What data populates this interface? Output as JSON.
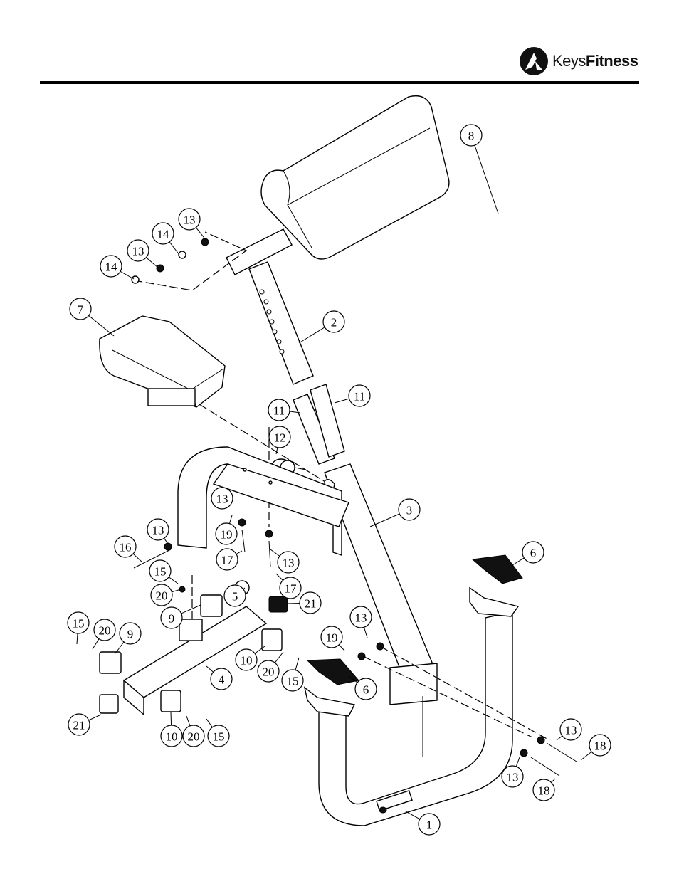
{
  "header": {
    "brand_prefix": "Keys",
    "brand_suffix": "Fitness",
    "brand_color": "#111111"
  },
  "callouts": [
    {
      "label": "8"
    },
    {
      "label": "13"
    },
    {
      "label": "14"
    },
    {
      "label": "13"
    },
    {
      "label": "14"
    },
    {
      "label": "7"
    },
    {
      "label": "2"
    },
    {
      "label": "11"
    },
    {
      "label": "11"
    },
    {
      "label": "12"
    },
    {
      "label": "3"
    },
    {
      "label": "13"
    },
    {
      "label": "19"
    },
    {
      "label": "13"
    },
    {
      "label": "16"
    },
    {
      "label": "17"
    },
    {
      "label": "13"
    },
    {
      "label": "15"
    },
    {
      "label": "5"
    },
    {
      "label": "17"
    },
    {
      "label": "20"
    },
    {
      "label": "21"
    },
    {
      "label": "6"
    },
    {
      "label": "9"
    },
    {
      "label": "15"
    },
    {
      "label": "20"
    },
    {
      "label": "9"
    },
    {
      "label": "13"
    },
    {
      "label": "19"
    },
    {
      "label": "4"
    },
    {
      "label": "10"
    },
    {
      "label": "20"
    },
    {
      "label": "15"
    },
    {
      "label": "6"
    },
    {
      "label": "21"
    },
    {
      "label": "10"
    },
    {
      "label": "20"
    },
    {
      "label": "15"
    },
    {
      "label": "13"
    },
    {
      "label": "18"
    },
    {
      "label": "13"
    },
    {
      "label": "18"
    },
    {
      "label": "1"
    }
  ]
}
